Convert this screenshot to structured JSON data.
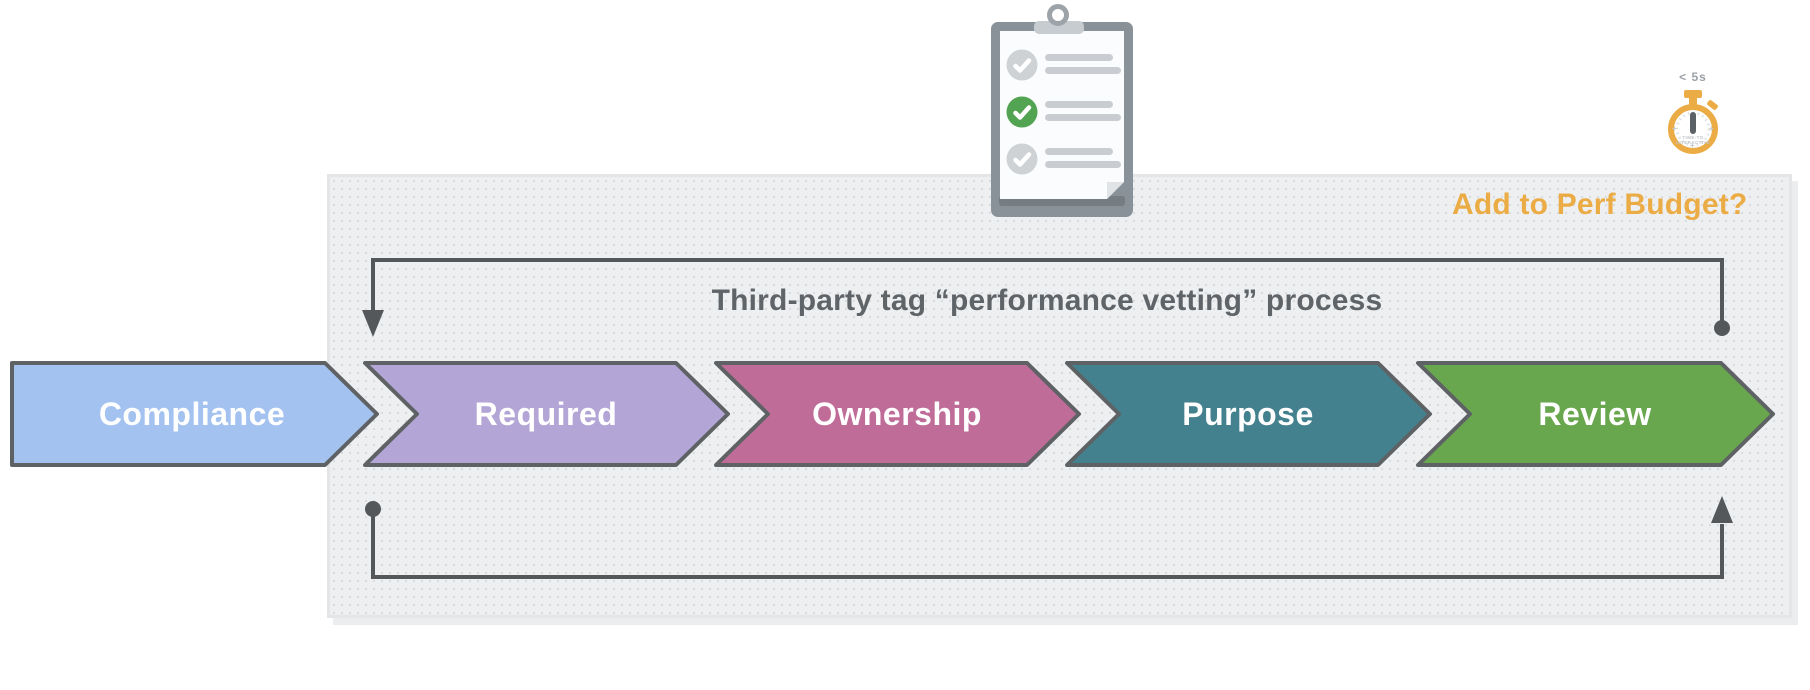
{
  "process": {
    "title": "Third-party tag “performance vetting” process",
    "question": "Add to Perf Budget?",
    "steps": [
      {
        "label": "Compliance",
        "color": "#A4C2F0"
      },
      {
        "label": "Required",
        "color": "#B3A6D6"
      },
      {
        "label": "Ownership",
        "color": "#BF6D98"
      },
      {
        "label": "Purpose",
        "color": "#44818E"
      },
      {
        "label": "Review",
        "color": "#69A74E"
      }
    ]
  },
  "stopwatch": {
    "badge": "< 5s",
    "face_line1": "TIME-TO",
    "face_line2": "INTERACTIVE",
    "color": "#EBAC45"
  },
  "clipboard": {
    "items": [
      {
        "icon": "check-circle-icon",
        "state": "inactive",
        "color": "#CED2D5"
      },
      {
        "icon": "check-circle-icon",
        "state": "checked",
        "color": "#52A352"
      },
      {
        "icon": "check-circle-icon",
        "state": "inactive",
        "color": "#CED2D5"
      }
    ]
  },
  "colors": {
    "chevron_border": "#5E6265",
    "arrow_line": "#54585B",
    "panel_background": "#EEEFF1",
    "title_text": "#5F6469",
    "accent_amber": "#EBAC45"
  }
}
